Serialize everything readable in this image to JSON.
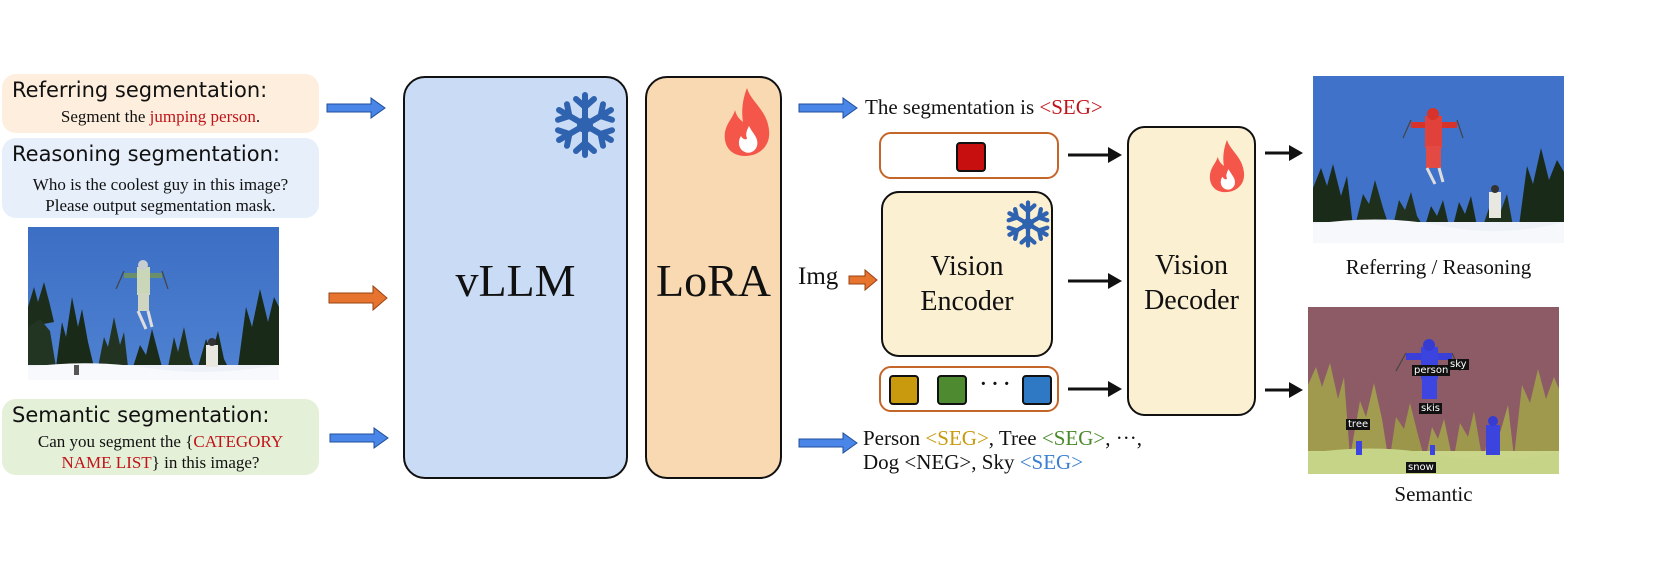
{
  "referring": {
    "title": "Referring segmentation",
    "prefix": "Segment the ",
    "highlight": "jumping person",
    "suffix": "."
  },
  "reasoning": {
    "title": "Reasoning segmentation",
    "line1": "Who is the coolest guy in this image?",
    "line2": "Please output segmentation mask."
  },
  "semantic": {
    "title": "Semantic segmentation",
    "prefix": "Can you segment the {",
    "highlight1": "CATEGORY",
    "highlight2": "NAME LIST",
    "suffix": "} in this image?"
  },
  "vllm_label": "vLLM",
  "lora_label": "LoRA",
  "img_label": "Img",
  "output_top": {
    "prefix": "The segmentation is ",
    "seg": "<SEG>"
  },
  "output_bottom": {
    "person": "Person ",
    "seg1": "<SEG>",
    "tree": ", Tree ",
    "seg2": "<SEG>",
    "ellipsis": ", ···,",
    "dog": "Dog <NEG>, Sky ",
    "seg3": "<SEG>"
  },
  "encoder": {
    "line1": "Vision",
    "line2": "Encoder"
  },
  "decoder": {
    "line1": "Vision",
    "line2": "Decoder"
  },
  "token_ellipsis": "· · ·",
  "captions": {
    "top": "Referring / Reasoning",
    "bottom": "Semantic"
  },
  "mask_labels": {
    "person": "person",
    "sky": "sky",
    "skis": "skis",
    "tree": "tree",
    "snow": "snow"
  },
  "colors": {
    "referring_bg": "#fdeedd",
    "reasoning_bg": "#e6effa",
    "semantic_bg": "#e4f0d8",
    "vllm_bg": "#cadcf5",
    "lora_bg": "#f8d9b2",
    "module_bg": "#fcf0d2",
    "frozen": "#2f63b0",
    "fire": "#f4564a",
    "arrow_blue": "#4a86e8",
    "arrow_orange": "#e6732e",
    "token_red": "#c70f0f",
    "token_yellow": "#c99a0e",
    "token_green": "#4d8a30",
    "token_blue": "#2f78c4"
  },
  "icons": {
    "frozen": "snowflake-icon",
    "trainable": "fire-icon"
  }
}
